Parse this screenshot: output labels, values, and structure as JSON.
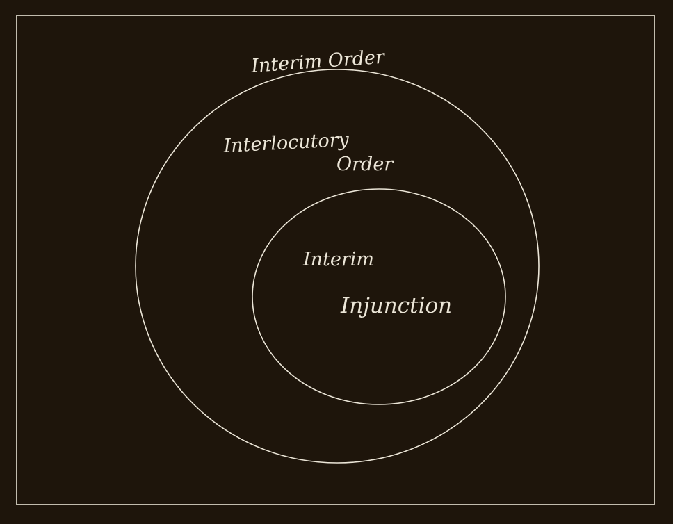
{
  "diagram": {
    "outer_label": "Interim Order",
    "middle_label_line1": "Interlocutory",
    "middle_label_line2": "Order",
    "inner_label_line1": "Interim",
    "inner_label_line2": "Injunction"
  },
  "colors": {
    "background": "#1e150b",
    "stroke": "#ece6d8"
  }
}
